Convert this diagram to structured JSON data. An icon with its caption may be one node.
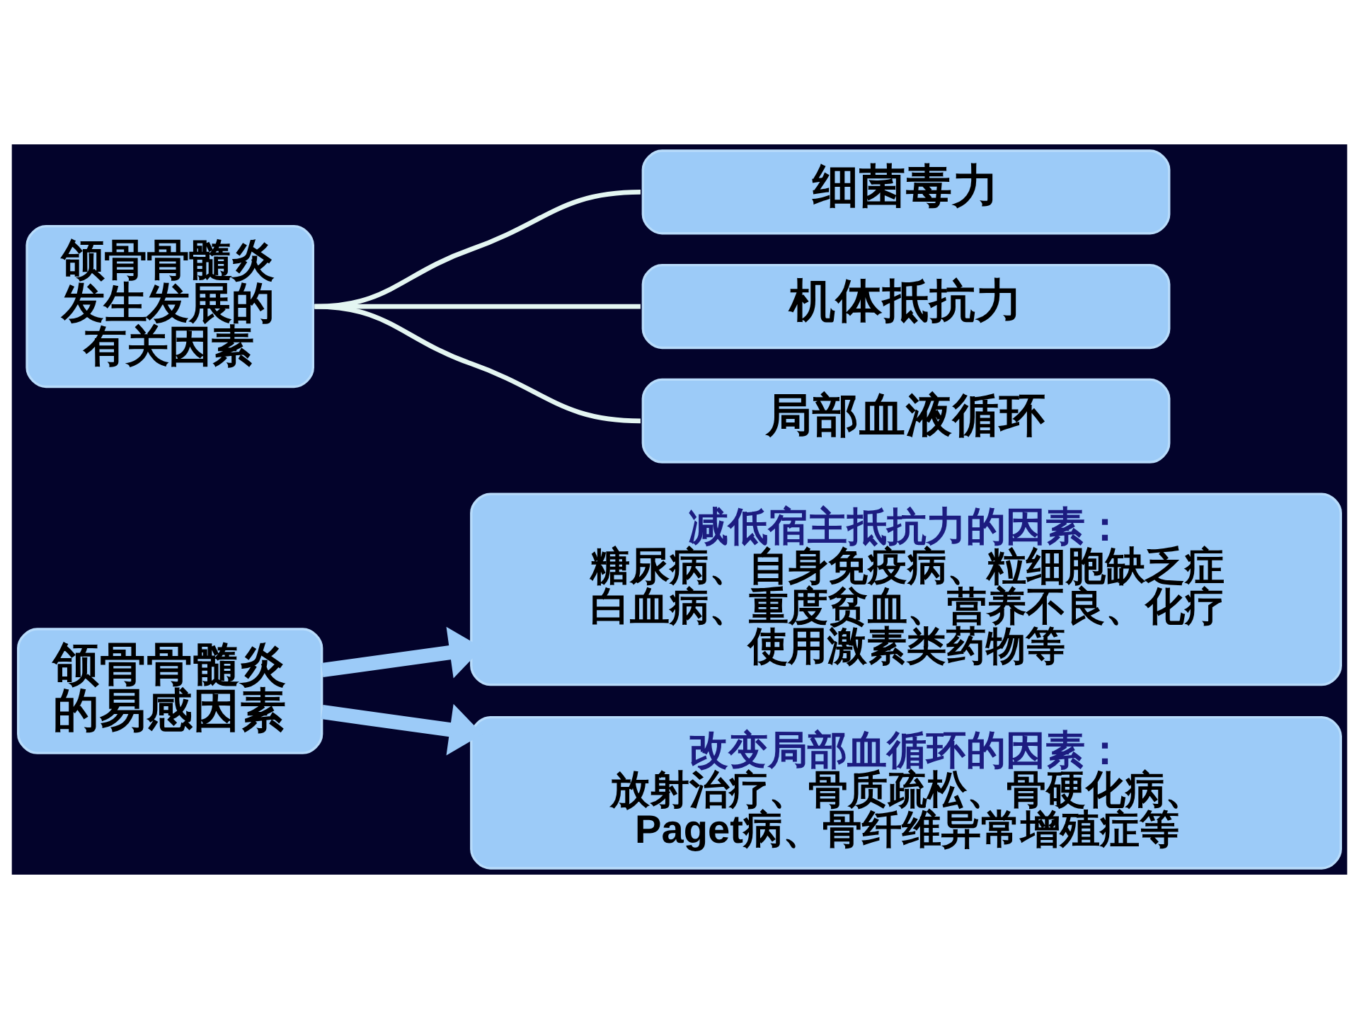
{
  "diagram": {
    "nodes": [
      {
        "text": [
          "颌骨骨髓炎发生发展的有关因素"
        ]
      },
      {
        "text": [
          "细菌毒力"
        ]
      },
      {
        "text": [
          "机体抵抗力"
        ]
      },
      {
        "text": [
          "局部血液循环"
        ]
      },
      {
        "text": [
          "颌骨骨髓炎的易感因素"
        ]
      },
      {
        "text": [
          "减低宿主抵抗力的因素：",
          "糖尿病、自身免疫病、粒细胞缺乏症白血病、重度贫血、营养不良、化疗使用激素类药物等"
        ]
      },
      {
        "text": [
          "改变局部血循环的因素：",
          "放射治疗、骨质疏松、骨硬化病、Paget病、骨纤维异常增殖症等"
        ]
      }
    ],
    "edges": [
      {
        "from": 0,
        "to": 1,
        "arrow": "none"
      },
      {
        "from": 0,
        "to": 2,
        "arrow": "none"
      },
      {
        "from": 0,
        "to": 3,
        "arrow": "none"
      },
      {
        "from": 4,
        "to": 5,
        "arrow": "to",
        "style": "thick",
        "color": "#9ccbf8"
      },
      {
        "from": 4,
        "to": 6,
        "arrow": "to",
        "style": "thick",
        "color": "#9ccbf8"
      }
    ]
  }
}
